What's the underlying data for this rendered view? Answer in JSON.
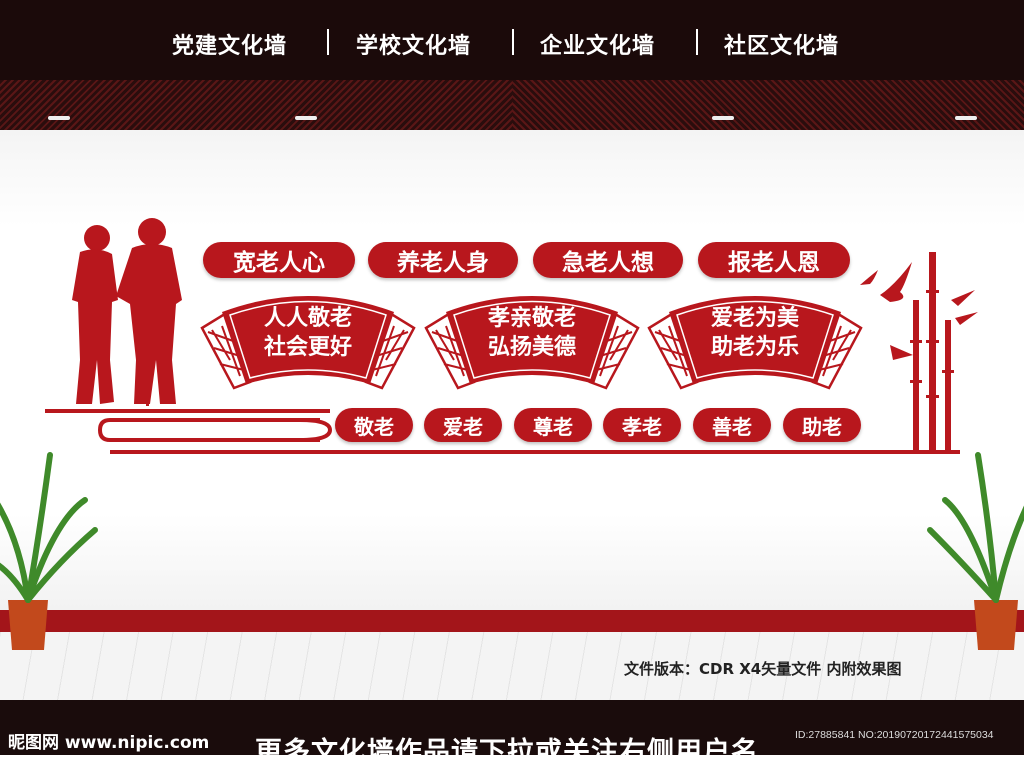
{
  "nav": {
    "items": [
      "党建文化墙",
      "学校文化墙",
      "企业文化墙",
      "社区文化墙"
    ]
  },
  "slogans_top": [
    "宽老人心",
    "养老人身",
    "急老人想",
    "报老人恩"
  ],
  "fans": [
    {
      "line1": "人人敬老",
      "line2": "社会更好"
    },
    {
      "line1": "孝亲敬老",
      "line2": "弘扬美德"
    },
    {
      "line1": "爱老为美",
      "line2": "助老为乐"
    }
  ],
  "slogans_small": [
    "敬老",
    "爱老",
    "尊老",
    "孝老",
    "善老",
    "助老"
  ],
  "note": "文件版本：CDR X4矢量文件  内附效果图",
  "footer": {
    "logo": "昵图网 www.nipic.com",
    "promo": "更多文化墙作品请下拉或关注右侧用户名",
    "id": "ID:27885841 NO:20190720172441575034"
  },
  "colors": {
    "accent": "#b8171d",
    "dark": "#1b0a0a"
  }
}
